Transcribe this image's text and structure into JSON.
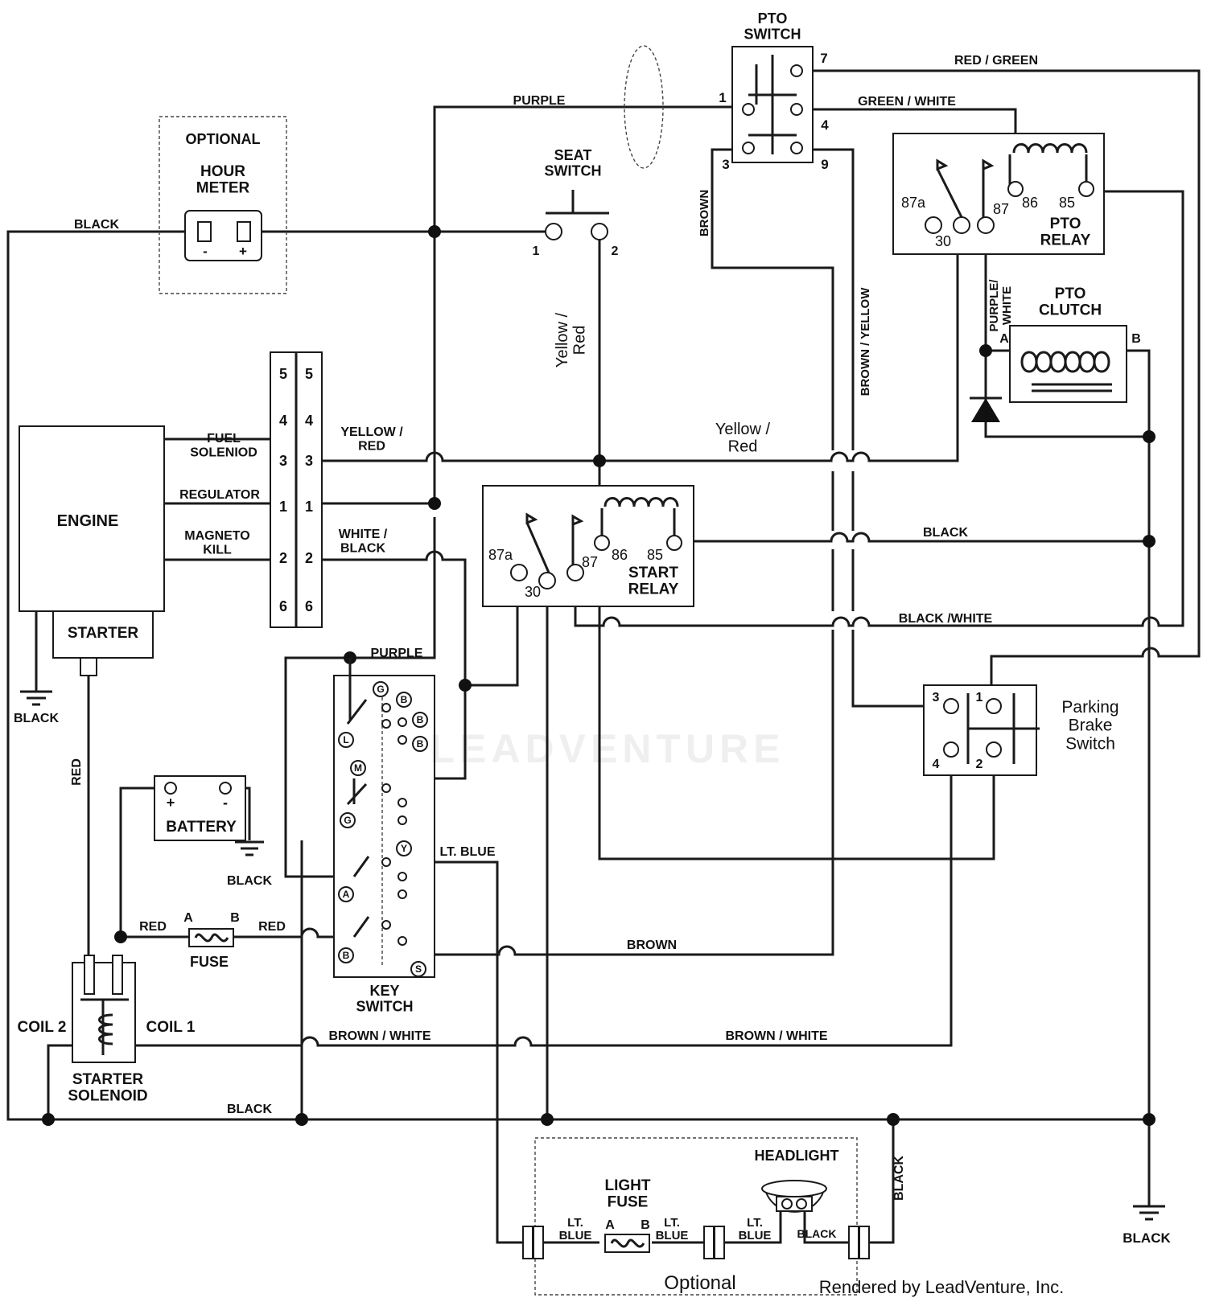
{
  "components": {
    "pto_switch": "PTO\nSWITCH",
    "seat_switch": "SEAT\nSWITCH",
    "hour_meter_optional": "OPTIONAL",
    "hour_meter": "HOUR\nMETER",
    "pto_relay": "PTO\nRELAY",
    "pto_clutch": "PTO\nCLUTCH",
    "engine": "ENGINE",
    "starter": "STARTER",
    "start_relay": "START\nRELAY",
    "battery": "BATTERY",
    "fuse": "FUSE",
    "key_switch": "KEY\nSWITCH",
    "starter_solenoid": "STARTER\nSOLENOID",
    "coil1": "COIL 1",
    "coil2": "COIL 2",
    "parking_brake": "Parking\nBrake\nSwitch",
    "headlight": "HEADLIGHT",
    "light_fuse": "LIGHT\nFUSE",
    "optional_light": "Optional"
  },
  "engine_leads": {
    "fuel": "FUEL\nSOLENIOD",
    "regulator": "REGULATOR",
    "magneto": "MAGNETO\nKILL"
  },
  "wires": {
    "black": "BLACK",
    "purple": "PURPLE",
    "red_green": "RED / GREEN",
    "green_white": "GREEN / WHITE",
    "brown": "BROWN",
    "brown_yellow": "BROWN / YELLOW",
    "yellow_red": "YELLOW /\nRED",
    "yellow_red_mixed": "Yellow /\nRed",
    "yellow_red_vert": "Yellow /\nRed",
    "white_black": "WHITE /\nBLACK",
    "black_white": "BLACK /WHITE",
    "purple_white": "PURPLE/\nWHITE",
    "red": "RED",
    "lt_blue": "LT. BLUE",
    "lt_blue_2": "LT.\nBLUE",
    "brown_white": "BROWN / WHITE"
  },
  "pins": {
    "pto": [
      "1",
      "7",
      "4",
      "3",
      "9"
    ],
    "seat": [
      "1",
      "2"
    ],
    "relay": [
      "87a",
      "30",
      "87",
      "86",
      "85"
    ],
    "connector": [
      "5",
      "4",
      "3",
      "1",
      "2",
      "6"
    ],
    "clutch": [
      "A",
      "B"
    ],
    "brake": [
      "3",
      "1",
      "4",
      "2"
    ],
    "fuse": [
      "A",
      "B"
    ],
    "meter": [
      "-",
      "+"
    ],
    "battery": [
      "+",
      "-"
    ],
    "key": [
      "G",
      "B",
      "B",
      "B",
      "L",
      "M",
      "G",
      "Y",
      "A",
      "B",
      "S"
    ]
  },
  "watermark": "LEADVENTURE",
  "credit": "Rendered by LeadVenture, Inc."
}
